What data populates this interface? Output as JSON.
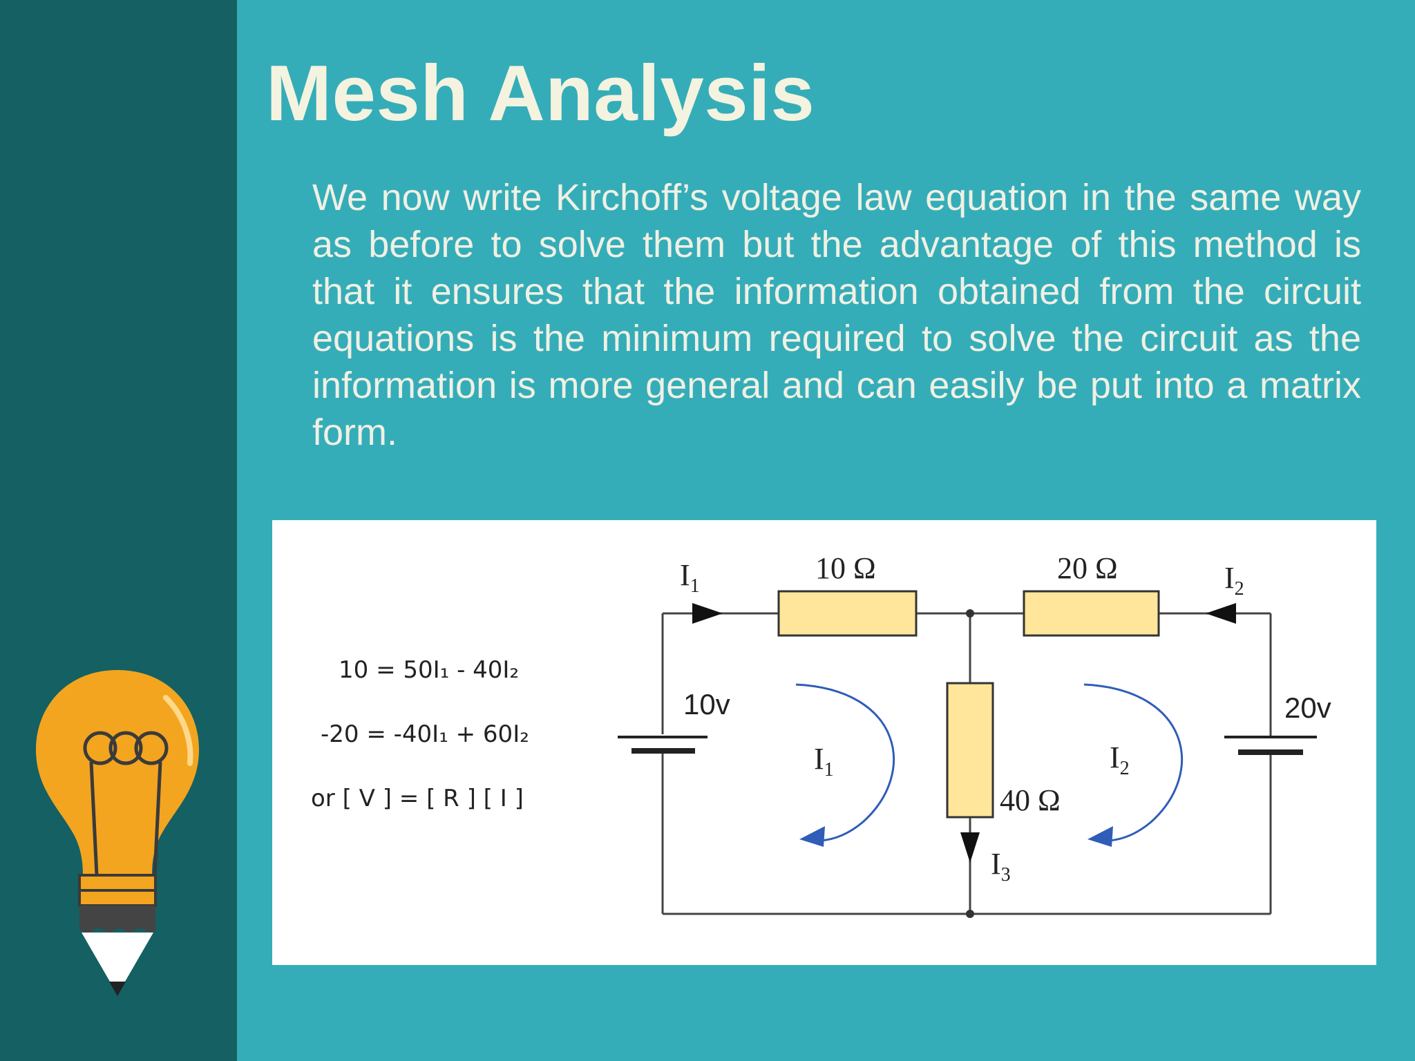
{
  "slide": {
    "title": "Mesh Analysis",
    "paragraph": "We now write Kirchoff’s voltage law equation in the same way as before to solve them but the advantage of this method is that it ensures that the information obtained from the circuit equations is the minimum required to solve the circuit as the information is more general and can easily be put into a matrix form."
  },
  "equations": {
    "eq1": "10 = 50I₁ - 40I₂",
    "eq2": "-20 = -40I₁ + 60I₂",
    "eq3": "or  [ V ] = [ R ] [ I ]"
  },
  "circuit": {
    "r1": "10 Ω",
    "r2": "20 Ω",
    "r3": "40 Ω",
    "v1": "10v",
    "v2": "20v",
    "i1_branch": "I",
    "i1_branch_sub": "1",
    "i2_branch": "I",
    "i2_branch_sub": "2",
    "i3_branch": "I",
    "i3_branch_sub": "3",
    "mesh1": "I",
    "mesh1_sub": "1",
    "mesh2": "I",
    "mesh2_sub": "2"
  },
  "colors": {
    "background": "#35adb8",
    "sidebar": "#146063",
    "resistor_fill": "#ffe69a",
    "arrow_blue": "#2f5db8",
    "bulb_orange": "#f3a520"
  }
}
